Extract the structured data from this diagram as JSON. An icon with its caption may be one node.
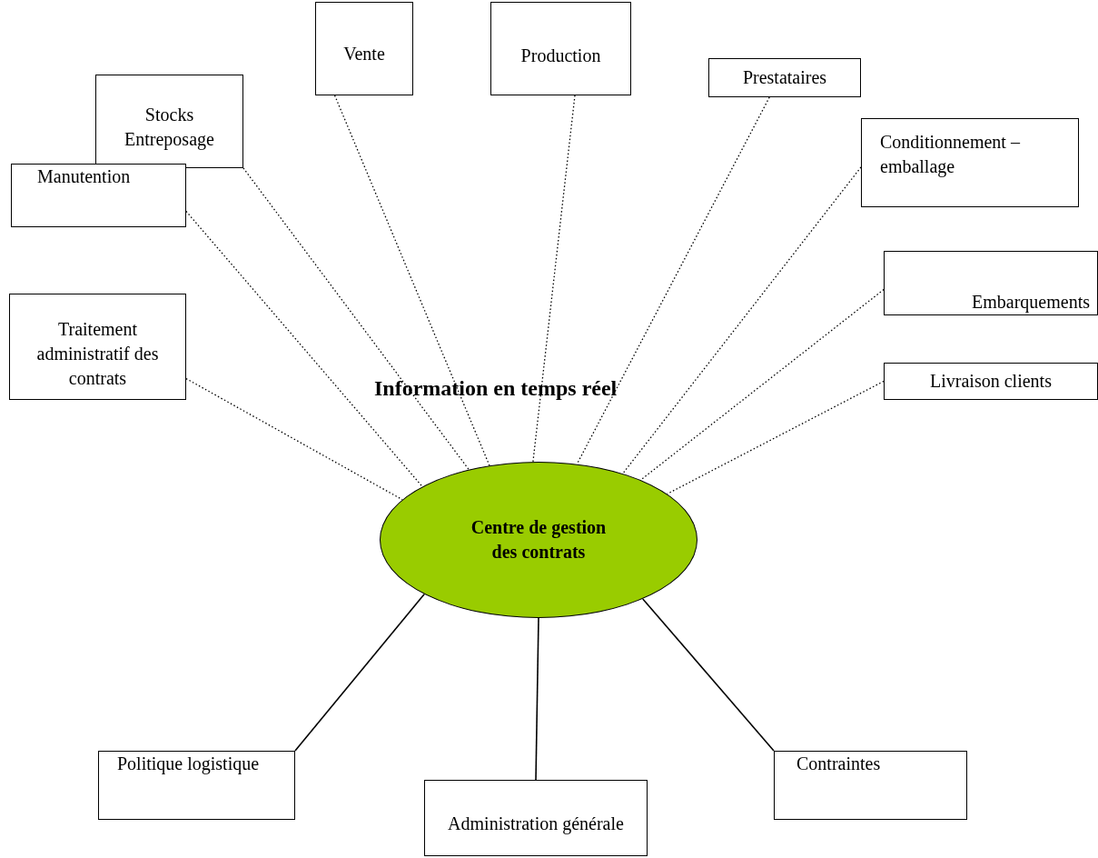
{
  "diagram": {
    "title": "Information en temps réel",
    "nodes": [
      {
        "text": [
          "Stocks Entreposage"
        ]
      },
      {
        "text": [
          "Vente"
        ]
      },
      {
        "text": [
          "Production"
        ]
      },
      {
        "text": [
          "Prestataires"
        ]
      },
      {
        "text": [
          "Conditionnement – emballage"
        ]
      },
      {
        "text": [
          "Manutention"
        ]
      },
      {
        "text": [
          "Embarquements"
        ]
      },
      {
        "text": [
          "Traitement administratif des contrats"
        ]
      },
      {
        "text": [
          "Livraison clients"
        ]
      },
      {
        "text": [
          "Centre de gestion des contrats"
        ]
      },
      {
        "text": [
          "Politique logistique"
        ]
      },
      {
        "text": [
          "Administration générale"
        ]
      },
      {
        "text": [
          "Contraintes"
        ]
      }
    ],
    "edges": [
      {
        "from": 0,
        "to": 9,
        "arrow": "none",
        "style": "dashed"
      },
      {
        "from": 1,
        "to": 9,
        "arrow": "none",
        "style": "dashed"
      },
      {
        "from": 2,
        "to": 9,
        "arrow": "none",
        "style": "dashed"
      },
      {
        "from": 3,
        "to": 9,
        "arrow": "none",
        "style": "dashed"
      },
      {
        "from": 4,
        "to": 9,
        "arrow": "none",
        "style": "dashed"
      },
      {
        "from": 5,
        "to": 9,
        "arrow": "none",
        "style": "dashed"
      },
      {
        "from": 6,
        "to": 9,
        "arrow": "none",
        "style": "dashed"
      },
      {
        "from": 7,
        "to": 9,
        "arrow": "none",
        "style": "dashed"
      },
      {
        "from": 8,
        "to": 9,
        "arrow": "none",
        "style": "dashed"
      },
      {
        "from": 10,
        "to": 9,
        "arrow": "none"
      },
      {
        "from": 11,
        "to": 9,
        "arrow": "none"
      },
      {
        "from": 12,
        "to": 9,
        "arrow": "none"
      }
    ]
  }
}
